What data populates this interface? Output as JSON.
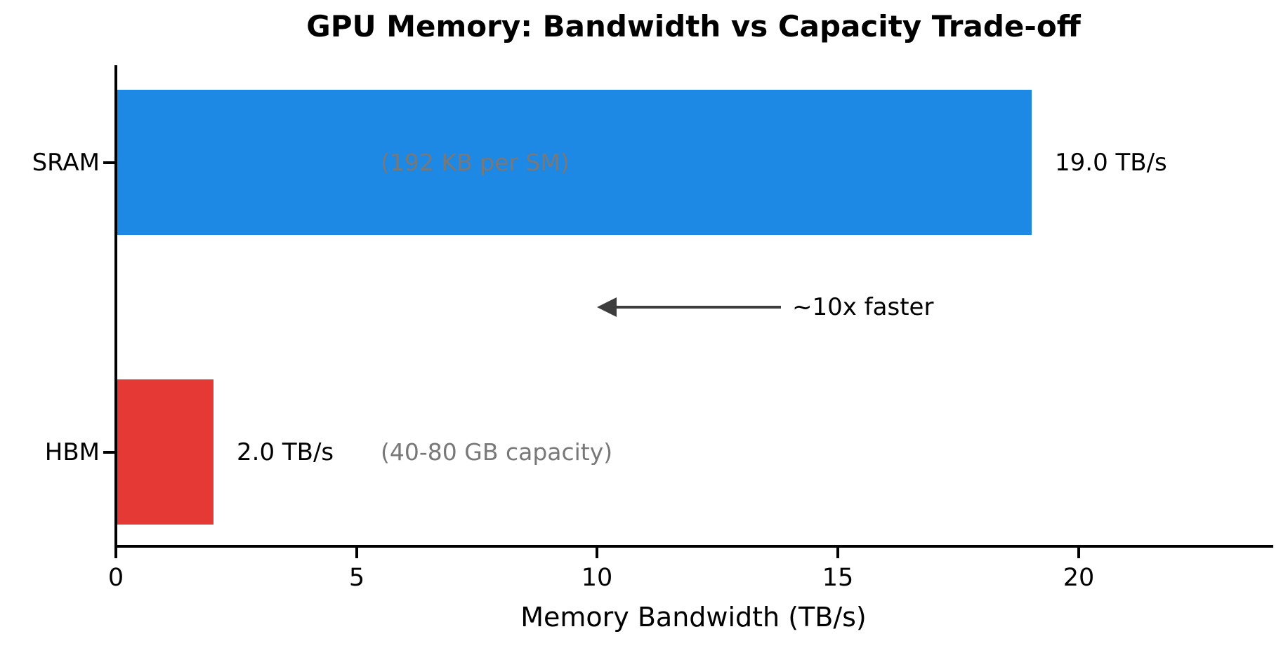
{
  "chart_data": {
    "type": "bar",
    "orientation": "horizontal",
    "title": "GPU Memory: Bandwidth vs Capacity Trade-off",
    "xlabel": "Memory Bandwidth (TB/s)",
    "ylabel": "",
    "categories": [
      "SRAM",
      "HBM"
    ],
    "values": [
      19.0,
      2.0
    ],
    "value_labels": [
      "19.0 TB/s",
      "2.0 TB/s"
    ],
    "bar_colors": [
      "#1E88E5",
      "#E53935"
    ],
    "capacity_notes": [
      "(192 KB per SM)",
      "(40-80 GB capacity)"
    ],
    "note_color": "#787878",
    "annotation": {
      "text": "~10x faster",
      "arrow_direction": "left",
      "arrow_color": "#3d3d3d"
    },
    "xticks": [
      0,
      5,
      10,
      15,
      20
    ],
    "xlim": [
      0,
      24
    ],
    "grid": false,
    "legend_position": "none"
  }
}
